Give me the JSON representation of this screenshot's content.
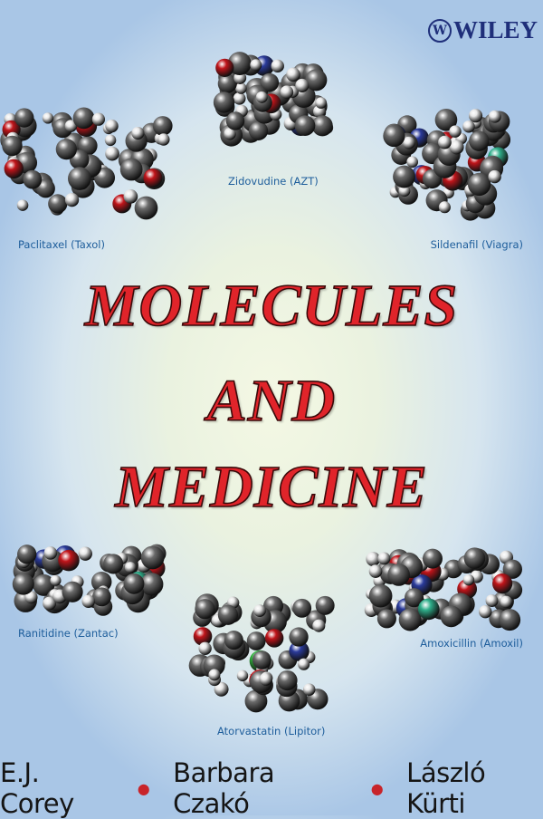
{
  "publisher": {
    "name": "WILEY",
    "logo_icon": "wiley-seal-icon"
  },
  "title": {
    "lines": [
      "MOLECULES",
      "AND",
      "MEDICINE"
    ],
    "color": "#e0242a"
  },
  "molecules": [
    {
      "label": "Zidovudine (AZT)"
    },
    {
      "label": "Paclitaxel (Taxol)"
    },
    {
      "label": "Sildenafil (Viagra)"
    },
    {
      "label": "Ranitidine (Zantac)"
    },
    {
      "label": "Amoxicillin (Amoxil)"
    },
    {
      "label": "Atorvastatin (Lipitor)"
    }
  ],
  "authors": [
    "E.J. Corey",
    "Barbara Czakó",
    "László Kürti"
  ],
  "colors": {
    "label": "#1d5d9b",
    "separator": "#c8242a",
    "carbon": "#6a6a6a",
    "oxygen": "#c0141a",
    "nitrogen": "#2a3a9a",
    "hydrogen": "#e8e8e8",
    "halogen": "#2fae8a",
    "chlorine": "#2fae3a"
  }
}
